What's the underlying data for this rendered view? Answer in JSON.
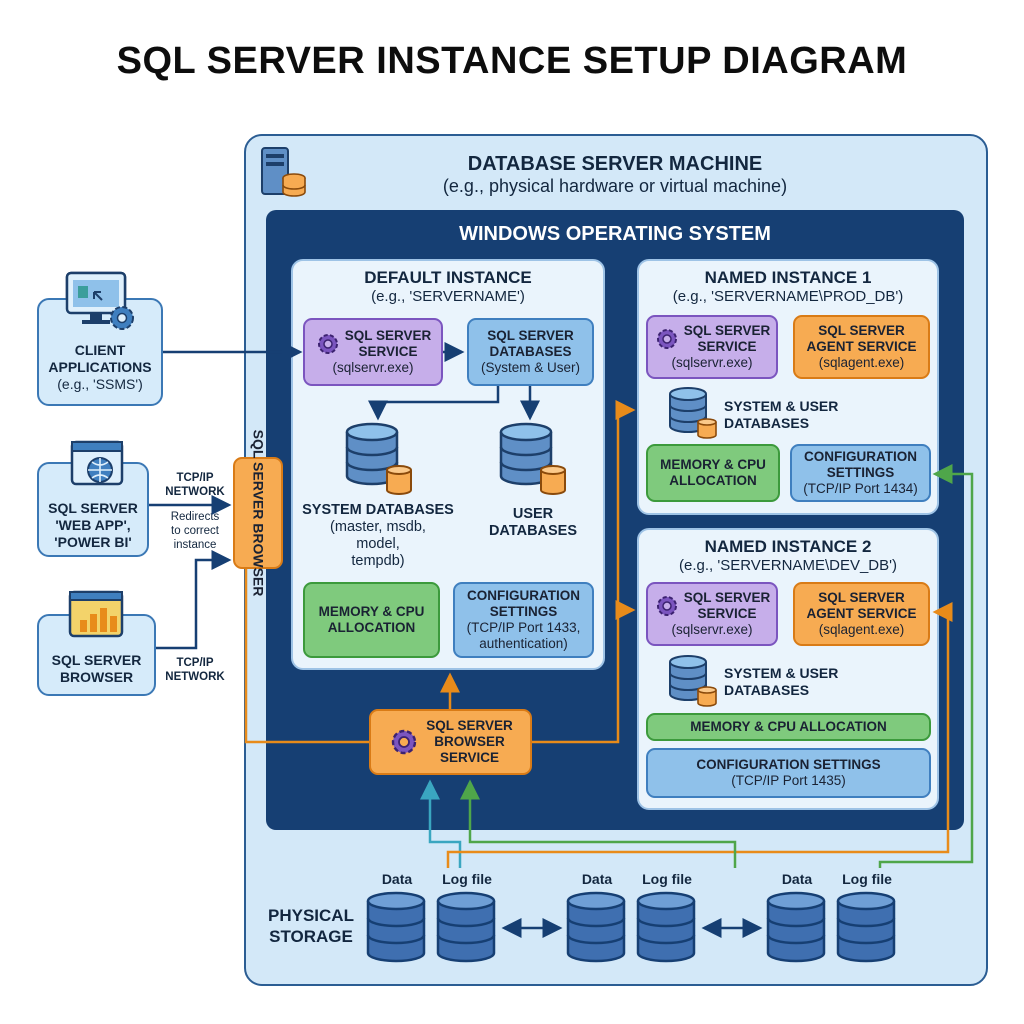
{
  "title": "SQL SERVER INSTANCE SETUP DIAGRAM",
  "machine": {
    "title": "DATABASE SERVER MACHINE",
    "subtitle": "(e.g., physical hardware or virtual machine)"
  },
  "os": {
    "title": "WINDOWS OPERATING SYSTEM"
  },
  "default_instance": {
    "title": "DEFAULT INSTANCE",
    "subtitle": "(e.g., 'SERVERNAME')",
    "service": {
      "l1": "SQL SERVER",
      "l2": "SERVICE",
      "l3": "(sqlservr.exe)"
    },
    "databases": {
      "l1": "SQL SERVER",
      "l2": "DATABASES",
      "l3": "(System & User)"
    },
    "system_dbs": {
      "l1": "SYSTEM DATABASES",
      "l2": "(master, msdb,",
      "l3": "model,",
      "l4": "tempdb)"
    },
    "user_dbs": {
      "l1": "USER",
      "l2": "DATABASES"
    },
    "memory": {
      "l1": "MEMORY & CPU",
      "l2": "ALLOCATION"
    },
    "config": {
      "l1": "CONFIGURATION",
      "l2": "SETTINGS",
      "l3": "(TCP/IP Port 1433,",
      "l4": "authentication)"
    }
  },
  "named_instance_1": {
    "title": "NAMED INSTANCE 1",
    "subtitle": "(e.g., 'SERVERNAME\\PROD_DB')",
    "service": {
      "l1": "SQL SERVER",
      "l2": "SERVICE",
      "l3": "(sqlservr.exe)"
    },
    "agent": {
      "l1": "SQL SERVER",
      "l2": "AGENT SERVICE",
      "l3": "(sqlagent.exe)"
    },
    "dbs": {
      "l1": "SYSTEM & USER",
      "l2": "DATABASES"
    },
    "memory": {
      "l1": "MEMORY & CPU",
      "l2": "ALLOCATION"
    },
    "config": {
      "l1": "CONFIGURATION",
      "l2": "SETTINGS",
      "l3": "(TCP/IP Port 1434)"
    }
  },
  "named_instance_2": {
    "title": "NAMED INSTANCE 2",
    "subtitle": "(e.g., 'SERVERNAME\\DEV_DB')",
    "service": {
      "l1": "SQL SERVER",
      "l2": "SERVICE",
      "l3": "(sqlservr.exe)"
    },
    "agent": {
      "l1": "SQL SERVER",
      "l2": "AGENT SERVICE",
      "l3": "(sqlagent.exe)"
    },
    "dbs": {
      "l1": "SYSTEM & USER",
      "l2": "DATABASES"
    },
    "memory": "MEMORY & CPU ALLOCATION",
    "config": {
      "l1": "CONFIGURATION SETTINGS",
      "l2": "(TCP/IP Port 1435)"
    }
  },
  "browser_service": {
    "l1": "SQL SERVER",
    "l2": "BROWSER",
    "l3": "SERVICE"
  },
  "browser_vertical": "SQL SERVER BROWSER",
  "clients": {
    "client_apps": {
      "l1": "CLIENT",
      "l2": "APPLICATIONS",
      "l3": "(e.g., 'SSMS')"
    },
    "web_app": {
      "l1": "SQL SERVER",
      "l2": "'WEB APP',",
      "l3": "'POWER BI'"
    },
    "browser": {
      "l1": "SQL SERVER",
      "l2": "BROWSER"
    }
  },
  "labels": {
    "tcp1a": "TCP/IP",
    "tcp1b": "NETWORK",
    "redirect1": "Redirects",
    "redirect2": "to correct",
    "redirect3": "instance",
    "tcp2a": "TCP/IP",
    "tcp2b": "NETWORK"
  },
  "storage": {
    "title1": "PHYSICAL",
    "title2": "STORAGE",
    "data": "Data",
    "log": "Log file"
  },
  "colors": {
    "purple": "#c6aeea",
    "blue": "#8fc1ea",
    "orange": "#f7ab52",
    "green": "#7fca7d",
    "navy": "#163f73"
  }
}
